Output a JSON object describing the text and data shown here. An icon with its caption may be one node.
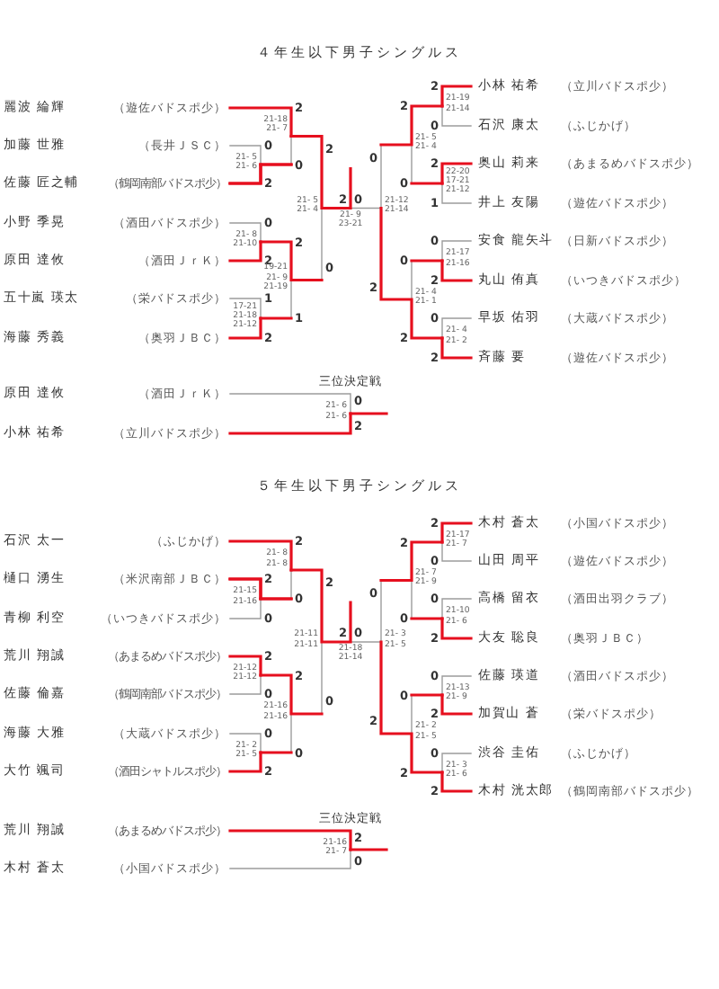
{
  "diagram": {
    "nodes": [
      {
        "text": [
          "麗波 綸輝",
          "（遊佐バドスポ少）"
        ]
      },
      {
        "text": [
          "加藤 世雅",
          "（長井ＪＳＣ）"
        ]
      },
      {
        "text": [
          "佐藤 匠之輔",
          "（鶴岡南部バドスポ少）"
        ]
      },
      {
        "text": [
          "小野 季晃",
          "（酒田バドスポ少）"
        ]
      },
      {
        "text": [
          "原田 達攸",
          "（酒田ＪｒＫ）"
        ]
      },
      {
        "text": [
          "五十嵐 瑛太",
          "（栄バドスポ少）"
        ]
      },
      {
        "text": [
          "海藤 秀義",
          "（奥羽ＪＢＣ）"
        ]
      },
      {
        "text": [
          "小林 祐希",
          "（立川バドスポ少）"
        ]
      },
      {
        "text": [
          "石沢 康太",
          "（ふじかげ）"
        ]
      },
      {
        "text": [
          "奥山 莉来",
          "（あまるめバドスポ少）"
        ]
      },
      {
        "text": [
          "井上 友陽",
          "（遊佐バドスポ少）"
        ]
      },
      {
        "text": [
          "安食 龍矢斗",
          "（日新バドスポ少）"
        ]
      },
      {
        "text": [
          "丸山 侑真",
          "（いつきバドスポ少）"
        ]
      },
      {
        "text": [
          "早坂 佑羽",
          "（大蔵バドスポ少）"
        ]
      },
      {
        "text": [
          "斉藤 要",
          "（遊佐バドスポ少）"
        ]
      },
      {
        "text": [
          "原田 達攸",
          "（酒田ＪｒＫ）"
        ]
      },
      {
        "text": [
          "小林 祐希",
          "（立川バドスポ少）"
        ]
      },
      {
        "text": [
          "石沢 太一",
          "（ふじかげ）"
        ]
      },
      {
        "text": [
          "樋口 湧生",
          "（米沢南部ＪＢＣ）"
        ]
      },
      {
        "text": [
          "青柳 利空",
          "（いつきバドスポ少）"
        ]
      },
      {
        "text": [
          "荒川 翔誠",
          "（あまるめバドスポ少）"
        ]
      },
      {
        "text": [
          "佐藤 倫嘉",
          "（鶴岡南部バドスポ少）"
        ]
      },
      {
        "text": [
          "海藤 大雅",
          "（大蔵バドスポ少）"
        ]
      },
      {
        "text": [
          "大竹 颯司",
          "（酒田シャトルスポ少）"
        ]
      },
      {
        "text": [
          "木村 蒼太",
          "（小国バドスポ少）"
        ]
      },
      {
        "text": [
          "山田 周平",
          "（遊佐バドスポ少）"
        ]
      },
      {
        "text": [
          "高橋 留衣",
          "（酒田出羽クラブ）"
        ]
      },
      {
        "text": [
          "大友 聡良",
          "（奥羽ＪＢＣ）"
        ]
      },
      {
        "text": [
          "佐藤 瑛道",
          "（酒田バドスポ少）"
        ]
      },
      {
        "text": [
          "加賀山 蒼",
          "（栄バドスポ少）"
        ]
      },
      {
        "text": [
          "渋谷 圭佑",
          "（ふじかげ）"
        ]
      },
      {
        "text": [
          "木村 洸太郎",
          "（鶴岡南部バドスポ少）"
        ]
      },
      {
        "text": [
          "荒川 翔誠",
          "（あまるめバドスポ少）"
        ]
      },
      {
        "text": [
          "木村 蒼太",
          "（小国バドスポ少）"
        ]
      }
    ],
    "edges": [
      {
        "from": 0,
        "to": 2,
        "arrow": "none",
        "color": "#e60f1e"
      },
      {
        "from": 1,
        "to": 2,
        "arrow": "none"
      },
      {
        "from": 3,
        "to": 4,
        "arrow": "none"
      },
      {
        "from": 5,
        "to": 6,
        "arrow": "none"
      },
      {
        "from": 7,
        "to": 8,
        "arrow": "none"
      },
      {
        "from": 9,
        "to": 10,
        "arrow": "none"
      },
      {
        "from": 11,
        "to": 12,
        "arrow": "none"
      },
      {
        "from": 13,
        "to": 14,
        "arrow": "none"
      },
      {
        "from": 15,
        "to": 16,
        "arrow": "none"
      },
      {
        "from": 17,
        "to": 18,
        "arrow": "none",
        "color": "#e60f1e"
      },
      {
        "from": 18,
        "to": 19,
        "arrow": "none"
      },
      {
        "from": 20,
        "to": 21,
        "arrow": "none"
      },
      {
        "from": 22,
        "to": 23,
        "arrow": "none"
      },
      {
        "from": 24,
        "to": 25,
        "arrow": "none"
      },
      {
        "from": 26,
        "to": 27,
        "arrow": "none"
      },
      {
        "from": 28,
        "to": 29,
        "arrow": "none"
      },
      {
        "from": 30,
        "to": 31,
        "arrow": "none"
      },
      {
        "from": 32,
        "to": 33,
        "arrow": "none"
      }
    ],
    "labels": [
      "４年生以下男子シングルス",
      "0",
      "2",
      "21- 5",
      "21- 6",
      "0",
      "2",
      "21- 8",
      "21-10",
      "1",
      "2",
      "17-21",
      "21-18",
      "21-12",
      "2",
      "0",
      "21-18",
      "21- 7",
      "2",
      "1",
      "19-21",
      "21- 9",
      "21-19",
      "2",
      "0",
      "21- 5",
      "21- 4",
      "2",
      "0",
      "21-19",
      "21-14",
      "2",
      "1",
      "22-20",
      "17-21",
      "21-12",
      "0",
      "2",
      "21-17",
      "21-16",
      "0",
      "2",
      "21- 4",
      "21- 2",
      "2",
      "0",
      "21- 5",
      "21- 4",
      "0",
      "2",
      "21- 4",
      "21- 1",
      "0",
      "2",
      "21-12",
      "21-14",
      "2",
      "0",
      "21- 9",
      "23-21",
      "三位決定戦",
      "0",
      "2",
      "21- 6",
      "21- 6",
      "５年生以下男子シングルス",
      "2",
      "0",
      "21-15",
      "21-16",
      "2",
      "0",
      "21-12",
      "21-12",
      "0",
      "2",
      "21- 2",
      "21- 5",
      "2",
      "0",
      "21- 8",
      "21- 8",
      "2",
      "0",
      "21-16",
      "21-16",
      "2",
      "0",
      "21-11",
      "21-11",
      "2",
      "0",
      "21-17",
      "21- 7",
      "0",
      "2",
      "21-10",
      "21- 6",
      "0",
      "2",
      "21-13",
      "21- 9",
      "0",
      "2",
      "21- 3",
      "21- 6",
      "2",
      "0",
      "21- 7",
      "21- 9",
      "0",
      "2",
      "21- 2",
      "21- 5",
      "0",
      "2",
      "21- 3",
      "21- 5",
      "2",
      "0",
      "21-18",
      "21-14",
      "三位決定戦",
      "2",
      "0",
      "21-16",
      "21- 7"
    ]
  }
}
